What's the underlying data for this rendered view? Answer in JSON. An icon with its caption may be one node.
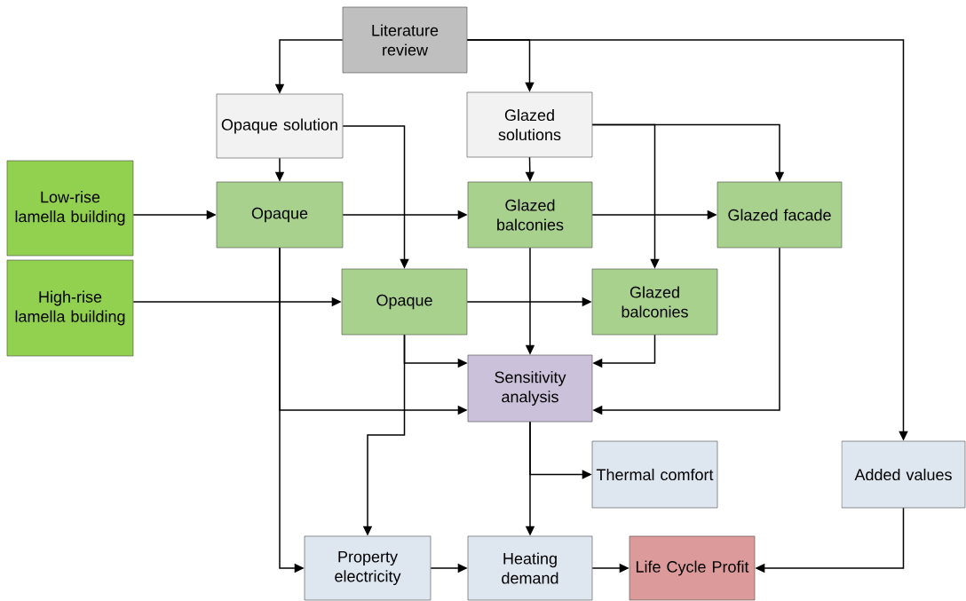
{
  "diagram": {
    "nodes": [
      {
        "text": [
          "Literature review"
        ]
      },
      {
        "text": [
          "Opaque solution"
        ]
      },
      {
        "text": [
          "Glazed solutions"
        ]
      },
      {
        "text": [
          "Low-rise lamella building"
        ]
      },
      {
        "text": [
          "Opaque"
        ]
      },
      {
        "text": [
          "Glazed balconies"
        ]
      },
      {
        "text": [
          "Glazed facade"
        ]
      },
      {
        "text": [
          "High-rise lamella building"
        ]
      },
      {
        "text": [
          "Opaque"
        ]
      },
      {
        "text": [
          "Glazed balconies"
        ]
      },
      {
        "text": [
          "Sensitivity analysis"
        ]
      },
      {
        "text": [
          "Thermal comfort"
        ]
      },
      {
        "text": [
          "Added values"
        ]
      },
      {
        "text": [
          "Property electricity"
        ]
      },
      {
        "text": [
          "Heating demand"
        ]
      },
      {
        "text": [
          "Life Cycle Profit"
        ]
      }
    ],
    "edges": [
      {
        "from": 0,
        "to": 1,
        "arrow": "to"
      },
      {
        "from": 0,
        "to": 2,
        "arrow": "to"
      },
      {
        "from": 0,
        "to": 12,
        "arrow": "to"
      },
      {
        "from": 1,
        "to": 4,
        "arrow": "to"
      },
      {
        "from": 1,
        "to": 8,
        "arrow": "to"
      },
      {
        "from": 2,
        "to": 5,
        "arrow": "to"
      },
      {
        "from": 2,
        "to": 6,
        "arrow": "to"
      },
      {
        "from": 2,
        "to": 9,
        "arrow": "to"
      },
      {
        "from": 3,
        "to": 4,
        "arrow": "to"
      },
      {
        "from": 4,
        "to": 5,
        "arrow": "to"
      },
      {
        "from": 5,
        "to": 6,
        "arrow": "to"
      },
      {
        "from": 7,
        "to": 8,
        "arrow": "to"
      },
      {
        "from": 8,
        "to": 9,
        "arrow": "to"
      },
      {
        "from": 4,
        "to": 10,
        "arrow": "to"
      },
      {
        "from": 4,
        "to": 13,
        "arrow": "to"
      },
      {
        "from": 5,
        "to": 10,
        "arrow": "to"
      },
      {
        "from": 8,
        "to": 10,
        "arrow": "to"
      },
      {
        "from": 8,
        "to": 13,
        "arrow": "to"
      },
      {
        "from": 9,
        "to": 10,
        "arrow": "to"
      },
      {
        "from": 6,
        "to": 10,
        "arrow": "to"
      },
      {
        "from": 10,
        "to": 11,
        "arrow": "to"
      },
      {
        "from": 10,
        "to": 14,
        "arrow": "to"
      },
      {
        "from": 13,
        "to": 14,
        "arrow": "to"
      },
      {
        "from": 14,
        "to": 15,
        "arrow": "to"
      },
      {
        "from": 12,
        "to": 15,
        "arrow": "to"
      }
    ]
  }
}
